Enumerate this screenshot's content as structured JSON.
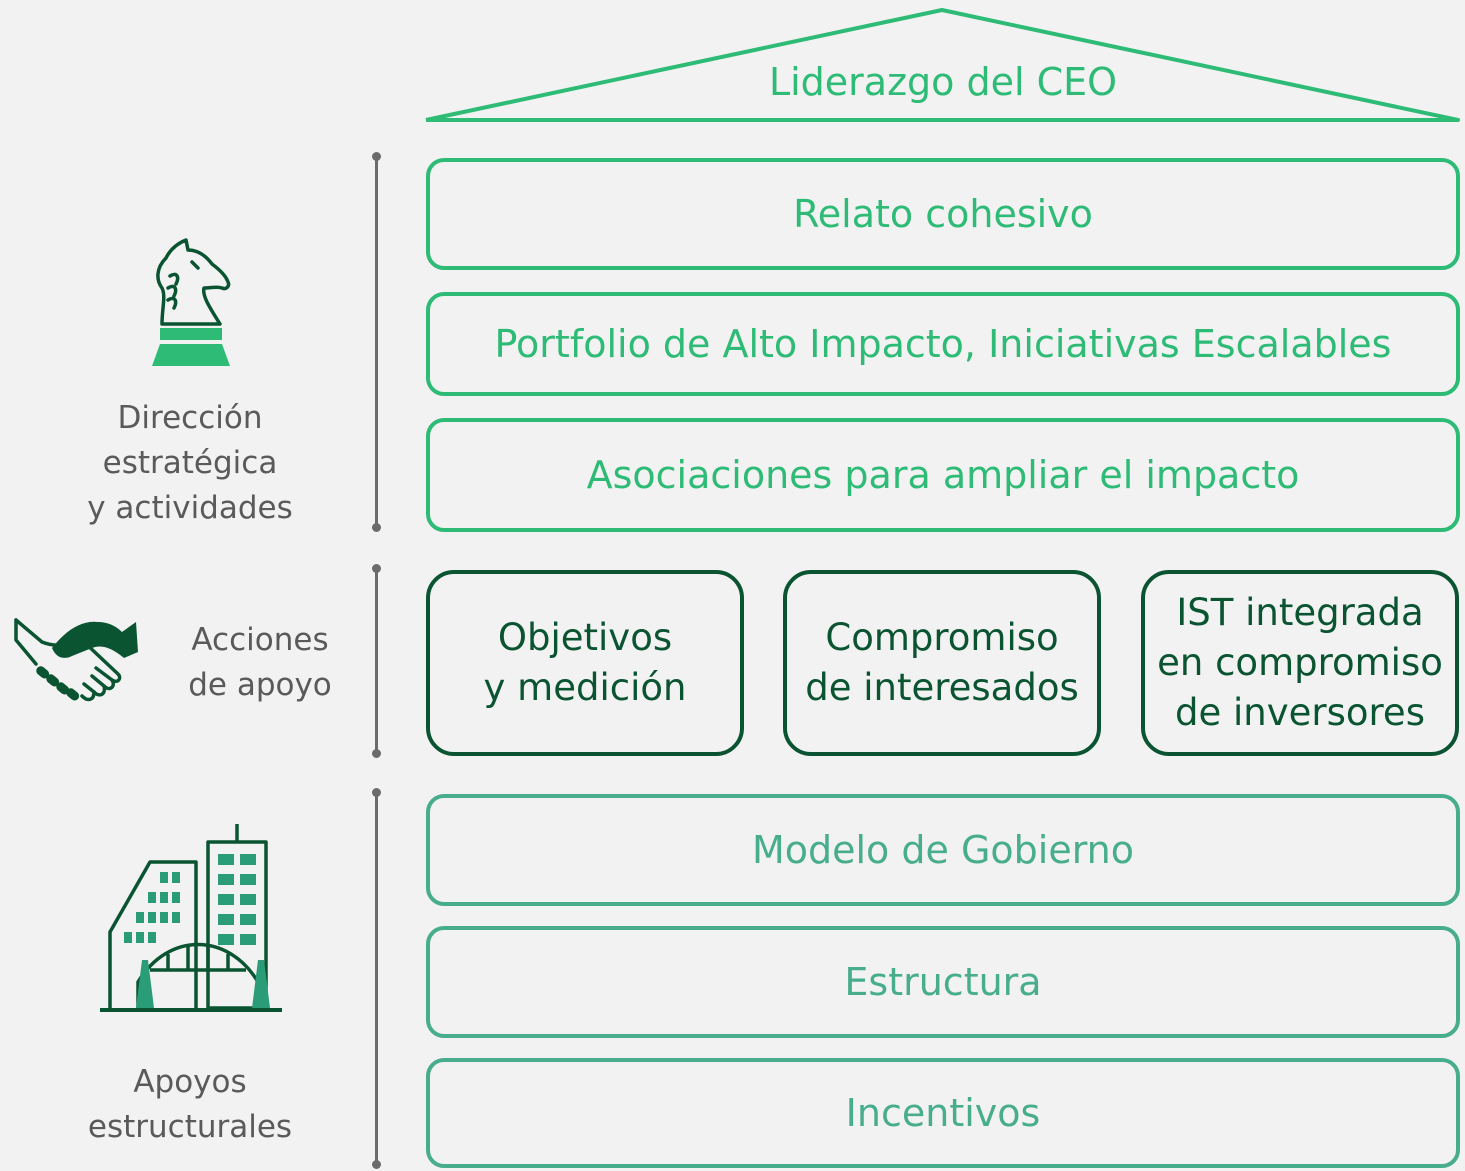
{
  "roof": {
    "label": "Liderazgo del CEO"
  },
  "sections": {
    "strategic": {
      "label": "Dirección\nestratégica\ny actividades",
      "icon": "chess-knight-icon"
    },
    "support": {
      "label": "Acciones\nde apoyo",
      "icon": "handshake-icon"
    },
    "structural": {
      "label": "Apoyos\nestructurales",
      "icon": "city-buildings-icon"
    }
  },
  "strategic_boxes": [
    "Relato cohesivo",
    "Portfolio de Alto Impacto, Iniciativas Escalables",
    "Asociaciones para ampliar el impacto"
  ],
  "support_boxes": [
    "Objetivos\ny medición",
    "Compromiso\nde interesados",
    "IST integrada\nen compromiso\nde inversores"
  ],
  "structural_boxes": [
    "Modelo de Gobierno",
    "Estructura",
    "Incentivos"
  ],
  "colors": {
    "strategic": "#2dbb76",
    "support": "#0a5432",
    "structural": "#48ad8d",
    "bracket": "#6b6b6b",
    "label": "#5a5a5a"
  }
}
